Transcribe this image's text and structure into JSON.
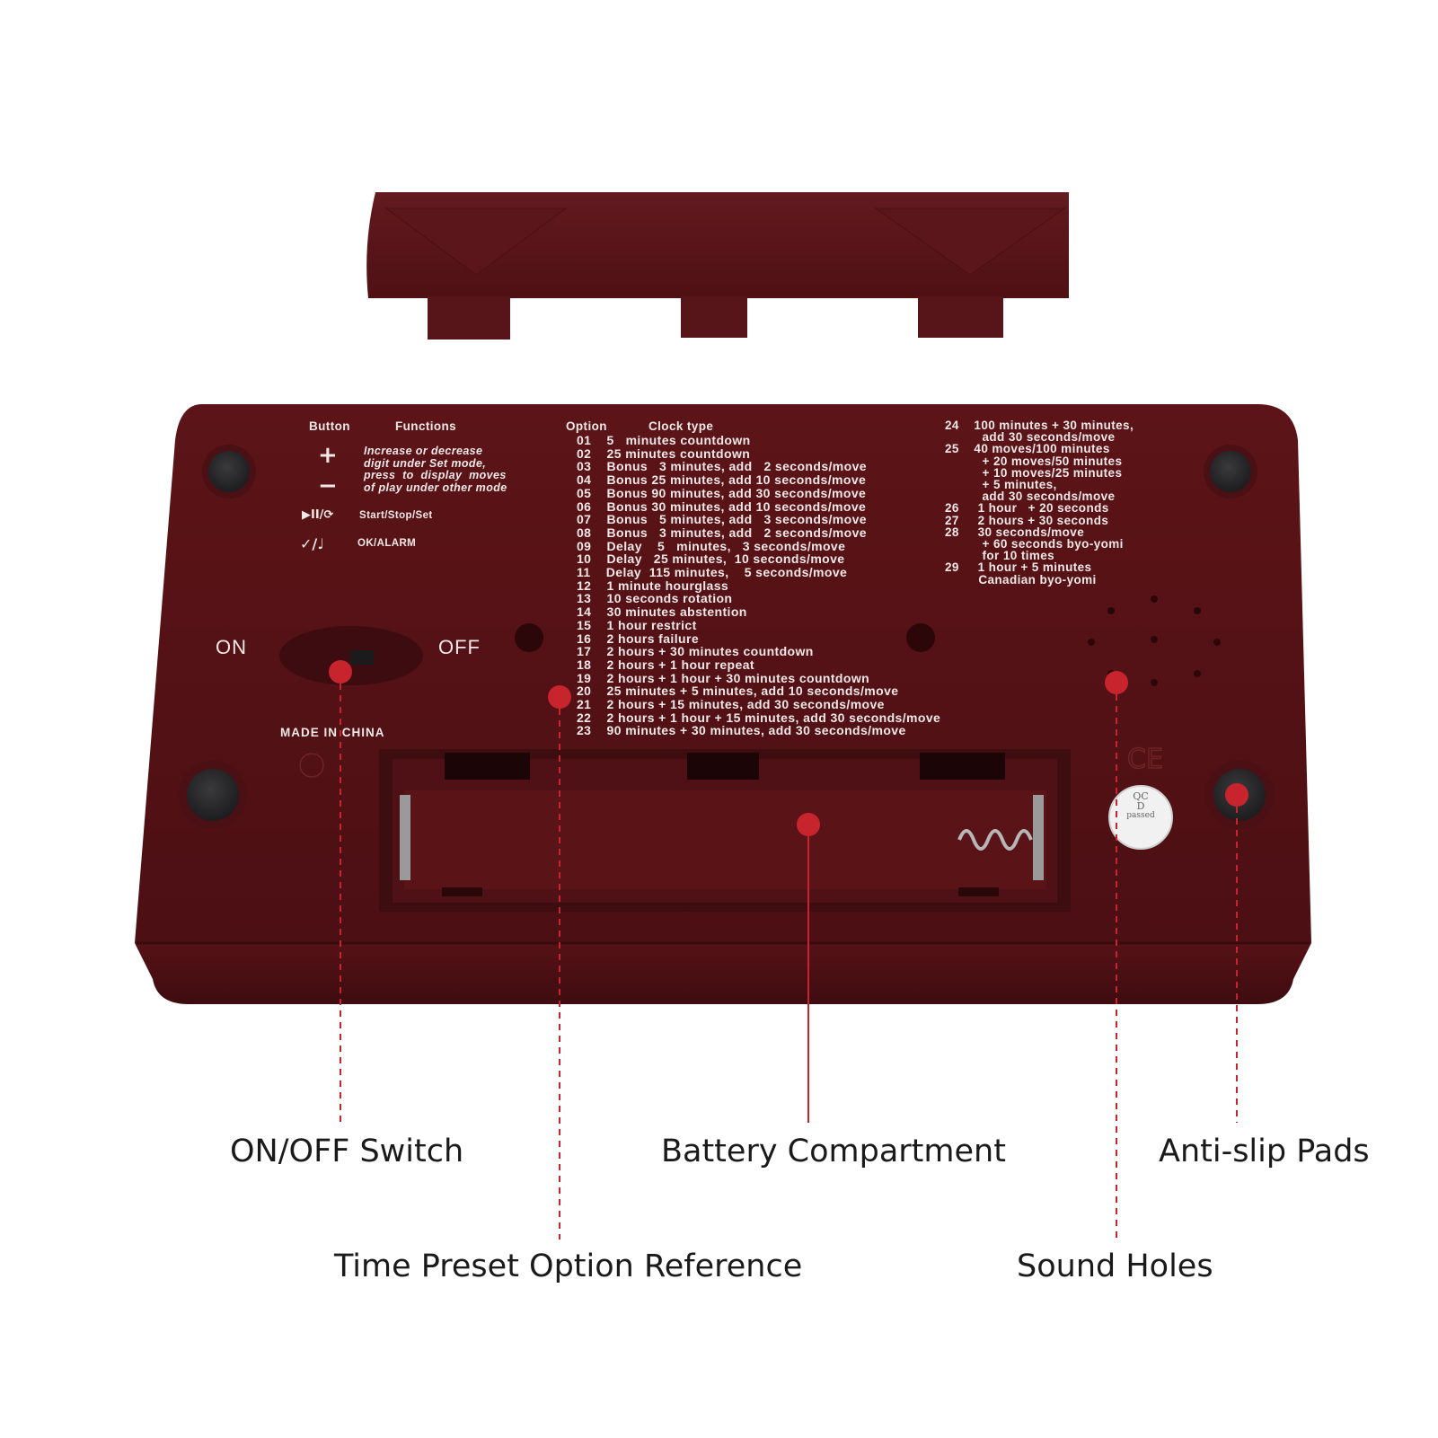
{
  "device": {
    "header_button": "Button",
    "header_functions": "Functions",
    "plus_symbol": "+",
    "minus_symbol": "−",
    "plus_minus_function": "Increase or decrease\ndigit under Set mode,\npress  to  display  moves\nof play under other mode",
    "start_symbol": "▶II/⟳",
    "start_function": "Start/Stop/Set",
    "ok_symbol": "✓/♩",
    "ok_function": "OK/ALARM",
    "switch_on": "ON",
    "switch_off": "OFF",
    "made_in": "MADE IN CHINA",
    "qc_line1": "QC",
    "qc_line2": "D",
    "qc_line3": "passed",
    "ce_mark": "CE"
  },
  "option_table": {
    "header_option": "Option",
    "header_clock_type": "Clock type",
    "options_left": [
      "01    5   minutes countdown",
      "02    25 minutes countdown",
      "03    Bonus   3 minutes, add   2 seconds/move",
      "04    Bonus 25 minutes, add 10 seconds/move",
      "05    Bonus 90 minutes, add 30 seconds/move",
      "06    Bonus 30 minutes, add 10 seconds/move",
      "07    Bonus   5 minutes, add   3 seconds/move",
      "08    Bonus   3 minutes, add   2 seconds/move",
      "09    Delay    5   minutes,   3 seconds/move",
      "10    Delay   25 minutes,  10 seconds/move",
      "11    Delay  115 minutes,    5 seconds/move",
      "12    1 minute hourglass",
      "13    10 seconds rotation",
      "14    30 minutes abstention",
      "15    1 hour restrict",
      "16    2 hours failure",
      "17    2 hours + 30 minutes countdown",
      "18    2 hours + 1 hour repeat",
      "19    2 hours + 1 hour + 30 minutes countdown",
      "20    25 minutes + 5 minutes, add 10 seconds/move",
      "21    2 hours + 15 minutes, add 30 seconds/move",
      "22    2 hours + 1 hour + 15 minutes, add 30 seconds/move",
      "23    90 minutes + 30 minutes, add 30 seconds/move"
    ],
    "options_right": "24    100 minutes + 30 minutes,\n          add 30 seconds/move\n25    40 moves/100 minutes\n          + 20 moves/50 minutes\n          + 10 moves/25 minutes\n          + 5 minutes,\n          add 30 seconds/move\n26     1 hour   + 20 seconds\n27     2 hours + 30 seconds\n28     30 seconds/move\n          + 60 seconds byo-yomi\n          for 10 times\n29     1 hour + 5 minutes\n         Canadian byo-yomi"
  },
  "callouts": {
    "on_off": "ON/OFF Switch",
    "battery": "Battery Compartment",
    "anti_slip": "Anti-slip Pads",
    "time_preset": "Time Preset Option Reference",
    "sound_holes": "Sound Holes"
  },
  "colors": {
    "body": "#5e1519",
    "body_dark": "#431013",
    "accent": "#c8242e",
    "pad": "#2a2a2c"
  }
}
